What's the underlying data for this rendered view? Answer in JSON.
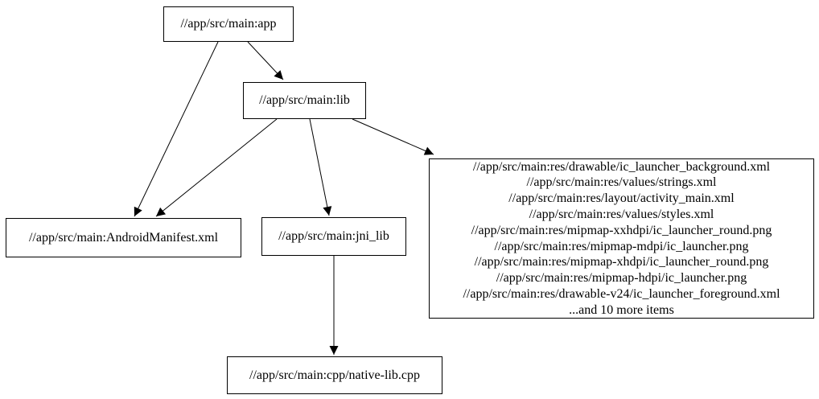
{
  "graph": {
    "type": "directed-dependency-graph",
    "background_color": "#ffffff",
    "node_border_color": "#000000",
    "edge_color": "#000000",
    "text_color": "#000000",
    "nodes": {
      "app": {
        "label": "//app/src/main:app"
      },
      "lib": {
        "label": "//app/src/main:lib"
      },
      "manifest": {
        "label": "//app/src/main:AndroidManifest.xml"
      },
      "jni_lib": {
        "label": "//app/src/main:jni_lib"
      },
      "resources": {
        "lines": [
          "//app/src/main:res/drawable/ic_launcher_background.xml",
          "//app/src/main:res/values/strings.xml",
          "//app/src/main:res/layout/activity_main.xml",
          "//app/src/main:res/values/styles.xml",
          "//app/src/main:res/mipmap-xxhdpi/ic_launcher_round.png",
          "//app/src/main:res/mipmap-mdpi/ic_launcher.png",
          "//app/src/main:res/mipmap-xhdpi/ic_launcher_round.png",
          "//app/src/main:res/mipmap-hdpi/ic_launcher.png",
          "//app/src/main:res/drawable-v24/ic_launcher_foreground.xml",
          "...and 10 more items"
        ]
      },
      "native": {
        "label": "//app/src/main:cpp/native-lib.cpp"
      }
    },
    "edges": [
      {
        "from": "//app/src/main:app",
        "to": "//app/src/main:lib"
      },
      {
        "from": "//app/src/main:app",
        "to": "//app/src/main:AndroidManifest.xml"
      },
      {
        "from": "//app/src/main:lib",
        "to": "//app/src/main:AndroidManifest.xml"
      },
      {
        "from": "//app/src/main:lib",
        "to": "//app/src/main:jni_lib"
      },
      {
        "from": "//app/src/main:lib",
        "to": "resources-group"
      },
      {
        "from": "//app/src/main:jni_lib",
        "to": "//app/src/main:cpp/native-lib.cpp"
      }
    ]
  }
}
